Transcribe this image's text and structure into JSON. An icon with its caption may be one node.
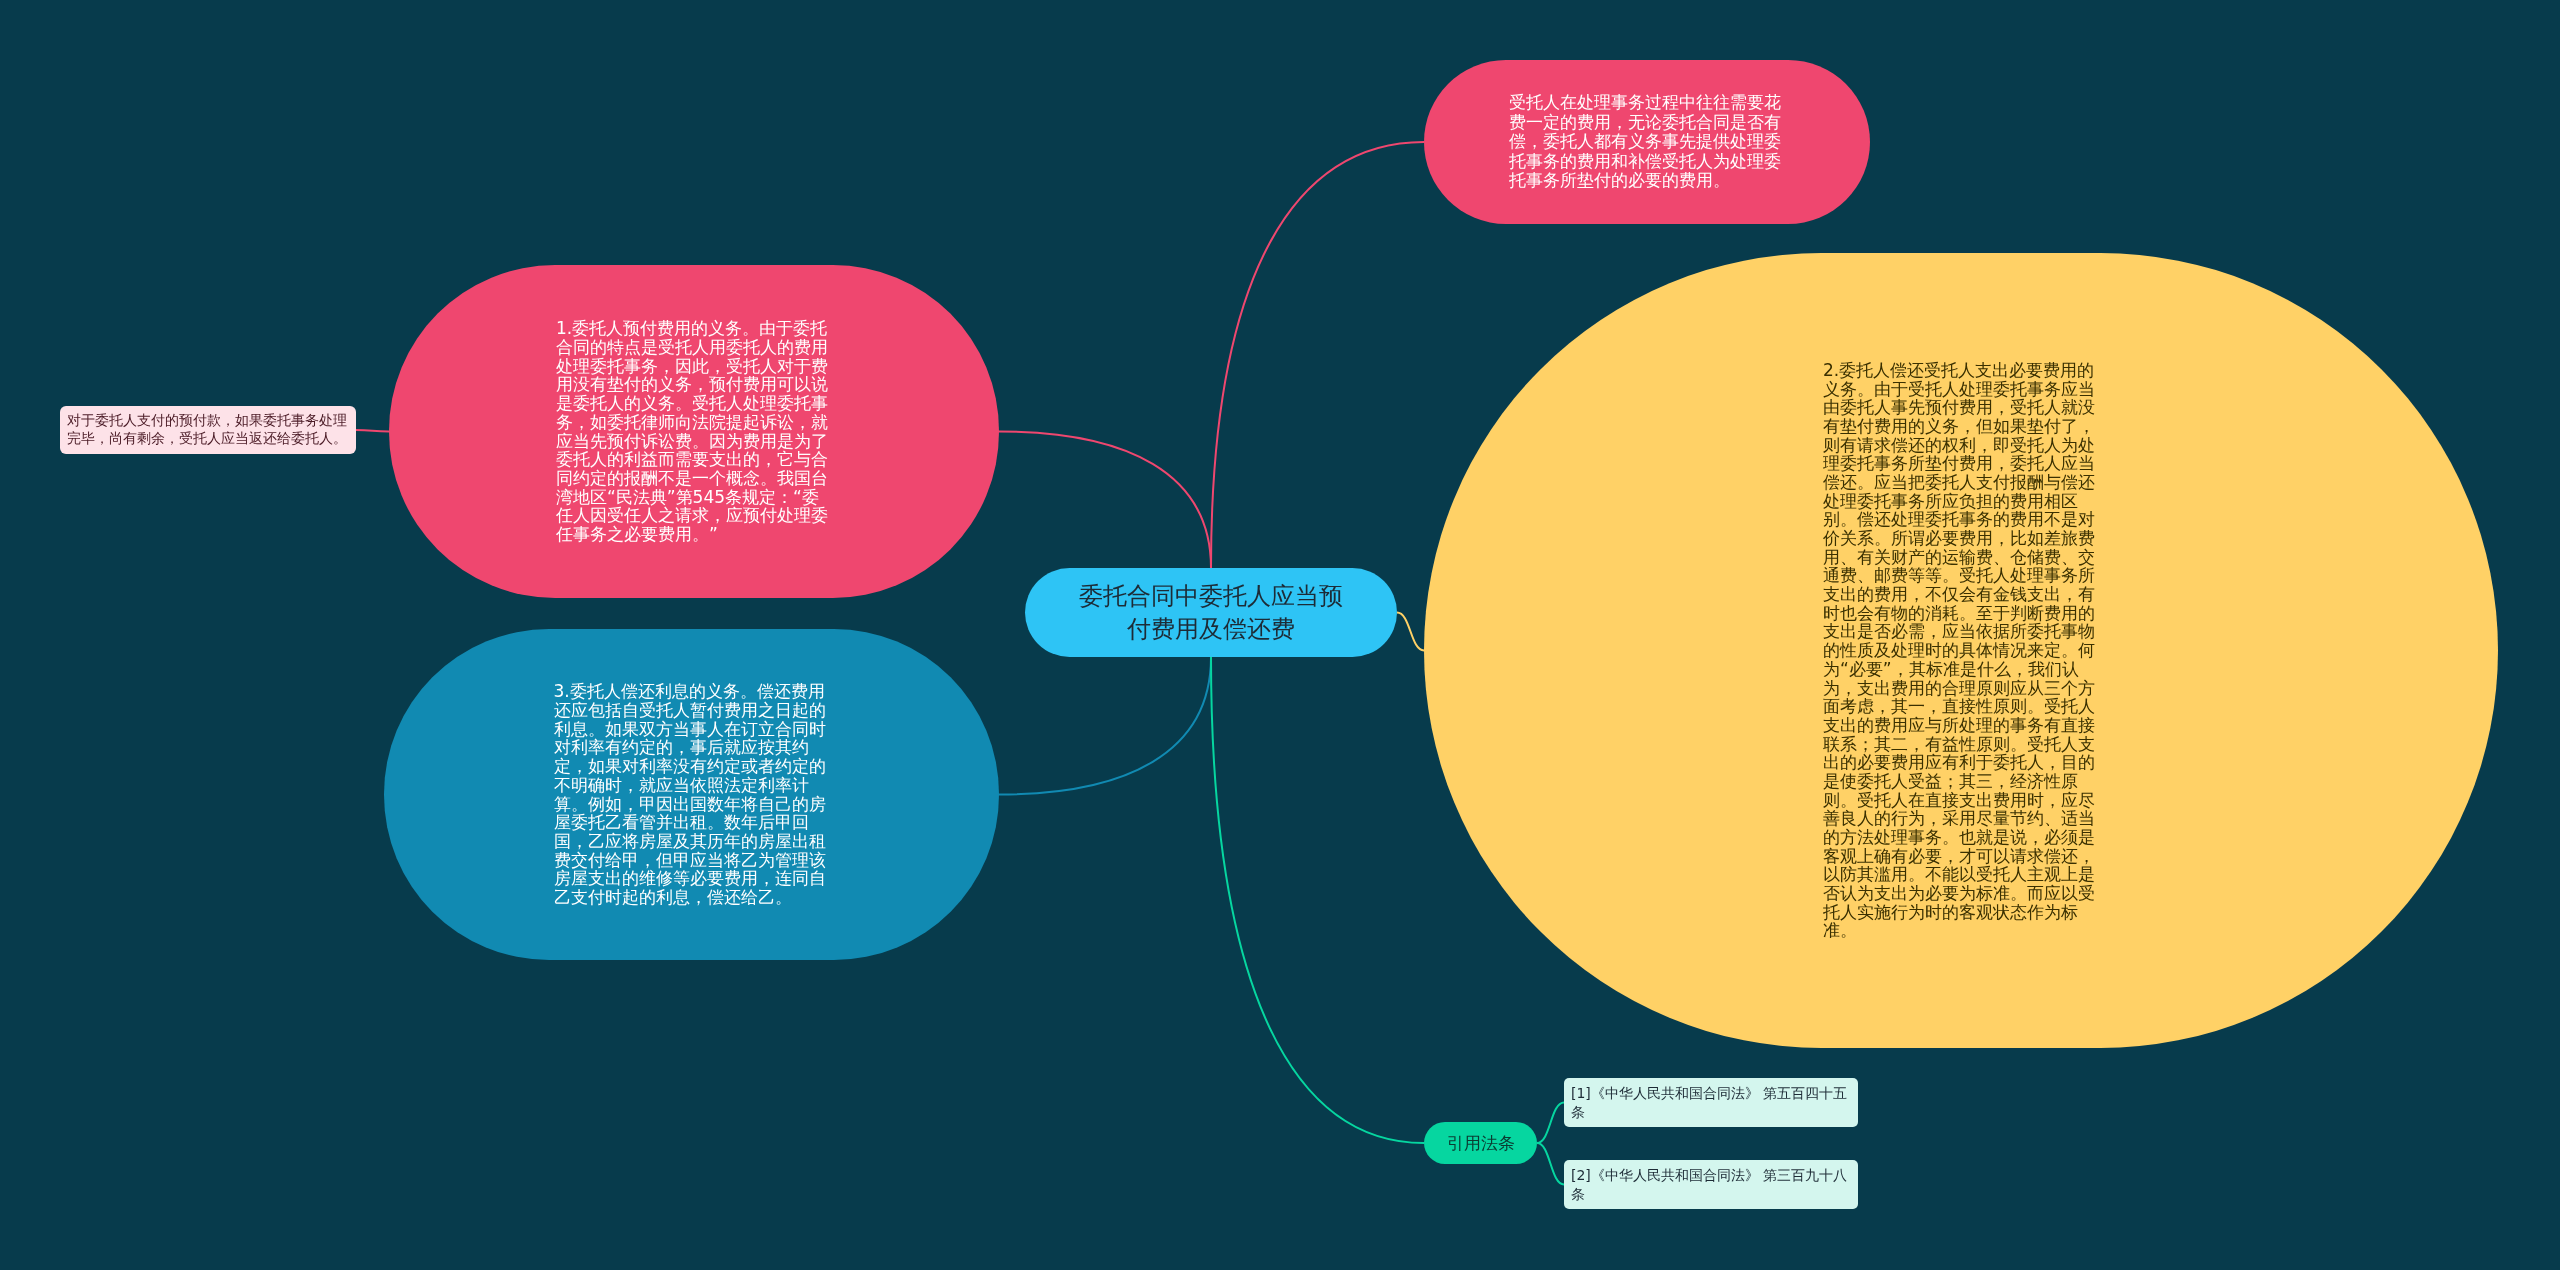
{
  "diagram": {
    "nodes": [
      {
        "text": [
          "委托合同中委托人应当预付费用及偿还费"
        ]
      },
      {
        "text": [
          "受托人在处理事务过程中往往需要花费一定的费用，无论委托合同是否有偿，委托人都有义务事先提供处理委托事务的费用和补偿受托人为处理委托事务所垫付的必要的费用。"
        ]
      },
      {
        "text": [
          "1.委托人预付费用的义务。由于委托合同的特点是受托人用委托人的费用处理委托事务，因此，受托人对于费用没有垫付的义务，预付费用可以说是委托人的义务。受托人处理委托事务，如委托律师向法院提起诉讼，就应当先预付诉讼费。因为费用是为了委托人的利益而需要支出的，它与合同约定的报酬不是一个概念。我国台湾地区“民法典”第545条规定：“委任人因受任人之请求，应预付处理委任事务之必要费用。”"
        ]
      },
      {
        "text": [
          "对于委托人支付的预付款，如果委托事务处理完毕，尚有剩余，受托人应当返还给委托人。"
        ]
      },
      {
        "text": [
          "2.委托人偿还受托人支出必要费用的义务。由于受托人处理委托事务应当由委托人事先预付费用，受托人就没有垫付费用的义务，但如果垫付了，则有请求偿还的权利，即受托人为处理委托事务所垫付费用，委托人应当偿还。应当把委托人支付报酬与偿还处理委托事务所应负担的费用相区别。偿还处理委托事务的费用不是对价关系。所谓必要费用，比如差旅费用、有关财产的运输费、仓储费、交通费、邮费等等。受托人处理事务所支出的费用，不仅会有金钱支出，有时也会有物的消耗。至于判断费用的支出是否必需，应当依据所委托事物的性质及处理时的具体情况来定。何为“必要”，其标准是什么，我们认为，支出费用的合理原则应从三个方面考虑，其一，直接性原则。受托人支出的费用应与所处理的事务有直接联系；其二，有益性原则。受托人支出的必要费用应有利于委托人，目的是使委托人受益；其三，经济性原则。受托人在直接支出费用时，应尽善良人的行为，采用尽量节约、适当的方法处理事务。也就是说，必须是客观上确有必要，才可以请求偿还，以防其滥用。不能以受托人主观上是否认为支出为必要为标准。而应以受托人实施行为时的客观状态作为标准。"
        ]
      },
      {
        "text": [
          "3.委托人偿还利息的义务。偿还费用还应包括自受托人暂付费用之日起的利息。如果双方当事人在订立合同时对利率有约定的，事后就应按其约定，如果对利率没有约定或者约定的不明确时，就应当依照法定利率计算。例如，甲因出国数年将自己的房屋委托乙看管并出租。数年后甲回国，乙应将房屋及其历年的房屋出租费交付给甲，但甲应当将乙为管理该房屋支出的维修等必要费用，连同自乙支付时起的利息，偿还给乙。"
        ]
      },
      {
        "text": [
          "引用法条"
        ]
      },
      {
        "text": [
          "[1]《中华人民共和国合同法》 第五百四十五条"
        ]
      },
      {
        "text": [
          "[2]《中华人民共和国合同法》 第三百九十八条"
        ]
      }
    ],
    "edges": [
      {
        "from": 0,
        "to": 1,
        "arrow": "none",
        "color": "#ef476f"
      },
      {
        "from": 0,
        "to": 2,
        "arrow": "none",
        "color": "#ef476f"
      },
      {
        "from": 2,
        "to": 3,
        "arrow": "none",
        "color": "#ef476f"
      },
      {
        "from": 0,
        "to": 4,
        "arrow": "none",
        "color": "#ffd166"
      },
      {
        "from": 0,
        "to": 5,
        "arrow": "none",
        "color": "#118ab2"
      },
      {
        "from": 0,
        "to": 6,
        "arrow": "none",
        "color": "#06d6a0"
      },
      {
        "from": 6,
        "to": 7,
        "arrow": "none",
        "color": "#06d6a0"
      },
      {
        "from": 6,
        "to": 8,
        "arrow": "none",
        "color": "#06d6a0"
      }
    ]
  }
}
